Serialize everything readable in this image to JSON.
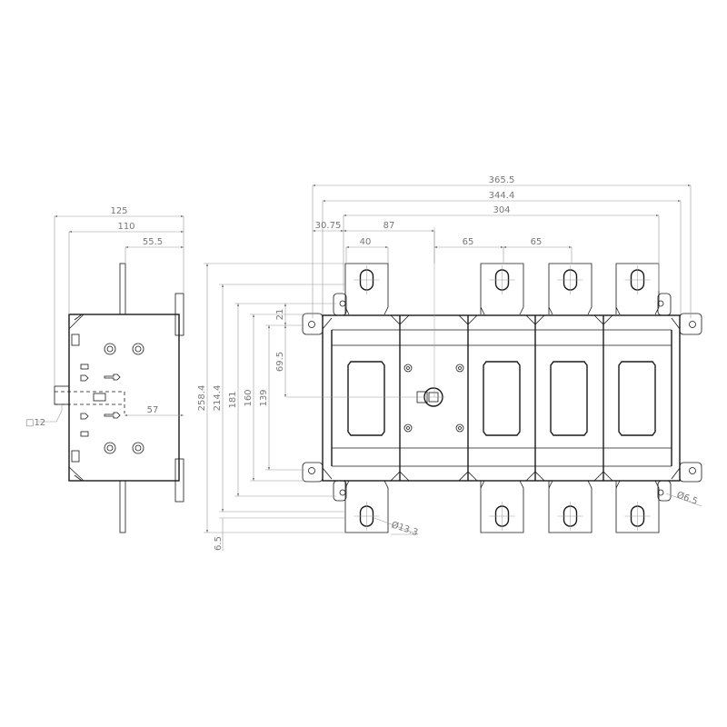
{
  "drawing": {
    "front_view": {
      "horizontal_dimensions": [
        "365.5",
        "344.4",
        "304",
        "30.75",
        "87",
        "40",
        "65",
        "65"
      ],
      "vertical_dimensions": [
        "258.4",
        "214.4",
        "181",
        "160",
        "139",
        "21",
        "69.5",
        "6.5"
      ],
      "hole_callouts": [
        "Ø13.3",
        "Ø6.5"
      ]
    },
    "side_view": {
      "dimensions": [
        "125",
        "110",
        "55.5",
        "57"
      ],
      "shaft_callout": "□12"
    }
  }
}
